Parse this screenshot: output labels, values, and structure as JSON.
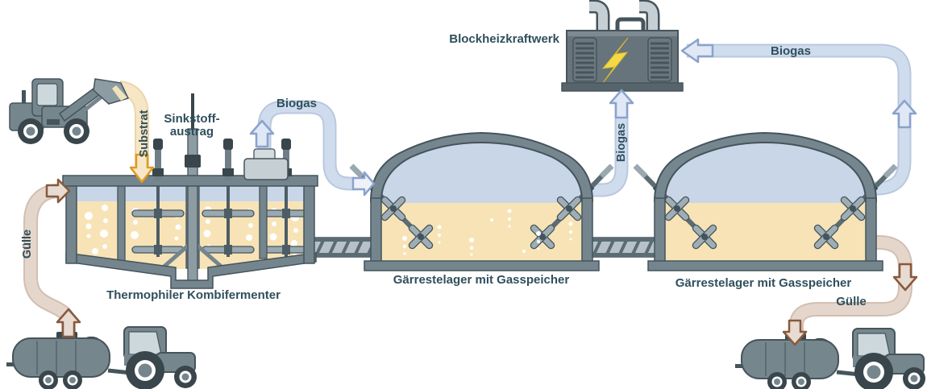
{
  "diagram": {
    "inputs": {
      "substrat_label": "Substrat",
      "guelle_label": "Gülle"
    },
    "fermenter": {
      "label": "Thermophiler Kombifermenter",
      "sinkstoff_line1": "Sinkstoff-",
      "sinkstoff_line2": "austrag",
      "biogas_label": "Biogas"
    },
    "storage_tanks": [
      {
        "label": "Gärrestelager mit Gasspeicher",
        "biogas_label": "Biogas"
      },
      {
        "label": "Gärrestelager mit Gasspeicher",
        "biogas_label": "Biogas"
      }
    ],
    "chp": {
      "label": "Blockheizkraftwerk"
    },
    "outputs": {
      "guelle_label": "Gülle"
    },
    "colors": {
      "text": "#2f4f5c",
      "biogas_pipe": "#cfdcee",
      "substrate_pipe": "#f7e6c6",
      "manure_pipe": "#e5d6cb",
      "liquid": "#f7e3b6",
      "gas_headspace": "#c9d6e8",
      "tank_frame": "#74858d",
      "chp_body": "#67747c",
      "lightning_bolt": "#f3d945"
    }
  }
}
